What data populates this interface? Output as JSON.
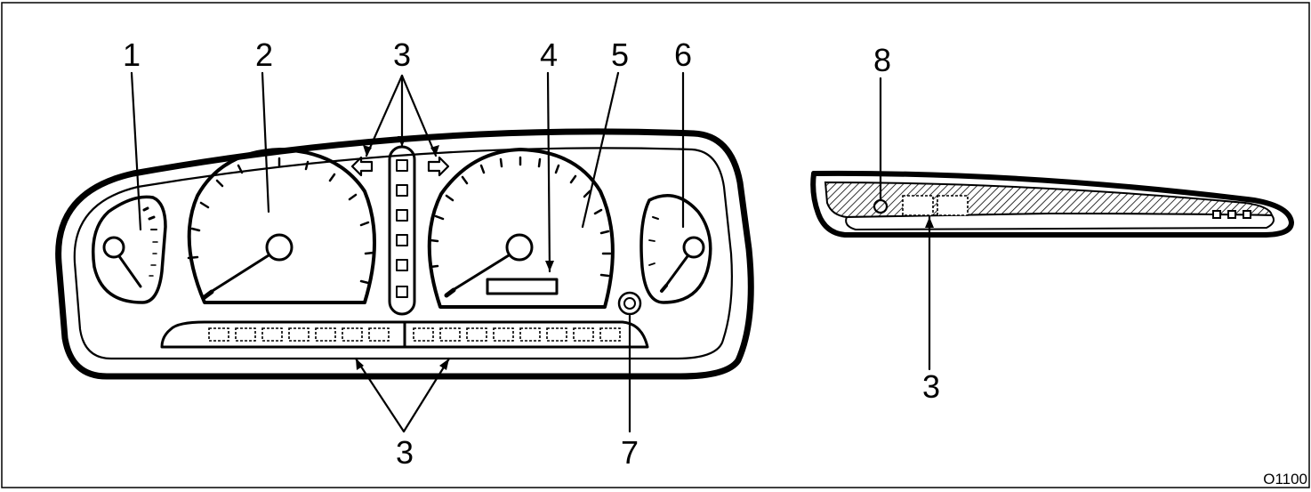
{
  "callouts": {
    "c1": "1",
    "c2": "2",
    "c3_top": "3",
    "c4": "4",
    "c5": "5",
    "c6": "6",
    "c3_bottom": "3",
    "c7": "7",
    "c8": "8",
    "c3_side": "3"
  },
  "figure_code": "O1100"
}
